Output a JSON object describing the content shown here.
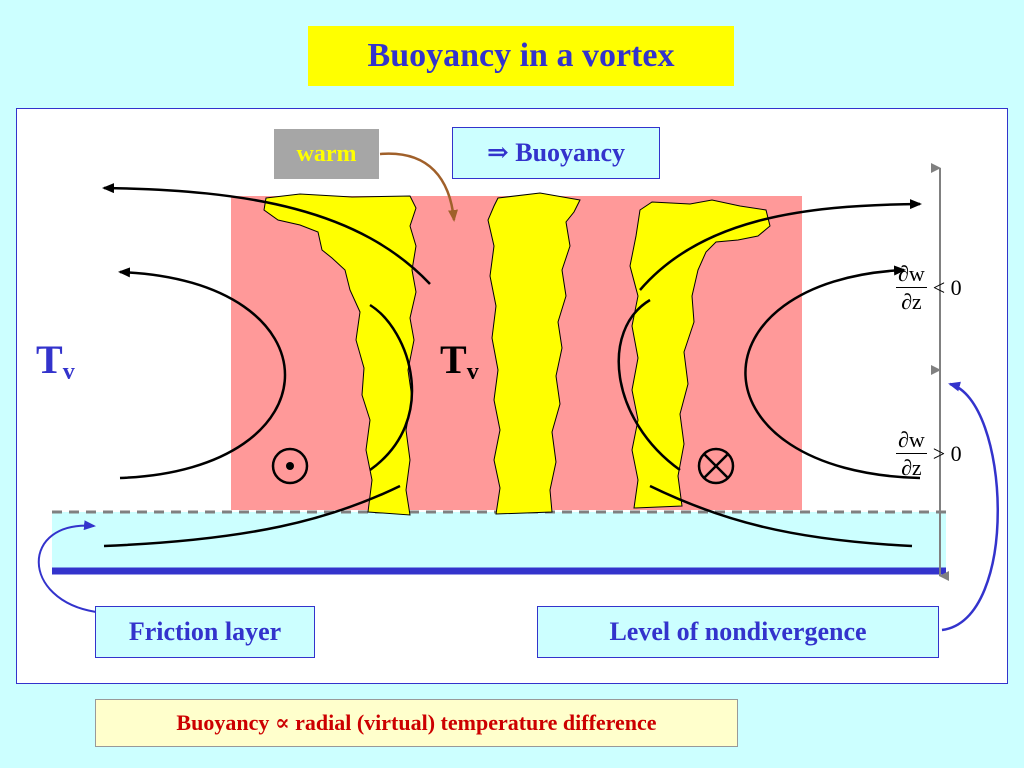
{
  "title": "Buoyancy in a vortex",
  "labels": {
    "warm": "warm",
    "buoyancy": "⇒ Buoyancy",
    "friction_layer": "Friction layer",
    "nondivergence": "Level of nondivergence",
    "tv_left_main": "T",
    "tv_left_sub": "v",
    "tv_center_main": "T",
    "tv_center_sub": "v"
  },
  "derivative_upper": {
    "numerator": "∂w",
    "denominator": "∂z",
    "relation": "< 0"
  },
  "derivative_lower": {
    "numerator": "∂w",
    "denominator": "∂z",
    "relation": "> 0"
  },
  "symbols": {
    "out_of_page": "dot-in-circle",
    "into_page": "cross-in-circle"
  },
  "footer": "Buoyancy ∝ radial (virtual) temperature difference",
  "colors": {
    "background": "#ccffff",
    "title_bg": "#ffff00",
    "title_text": "#3333cc",
    "warm_core": "#ff9999",
    "plumes": "#ffff00",
    "friction_layer": "#ccffff",
    "ground_line": "#3333cc",
    "footer_text": "#cc0000"
  }
}
